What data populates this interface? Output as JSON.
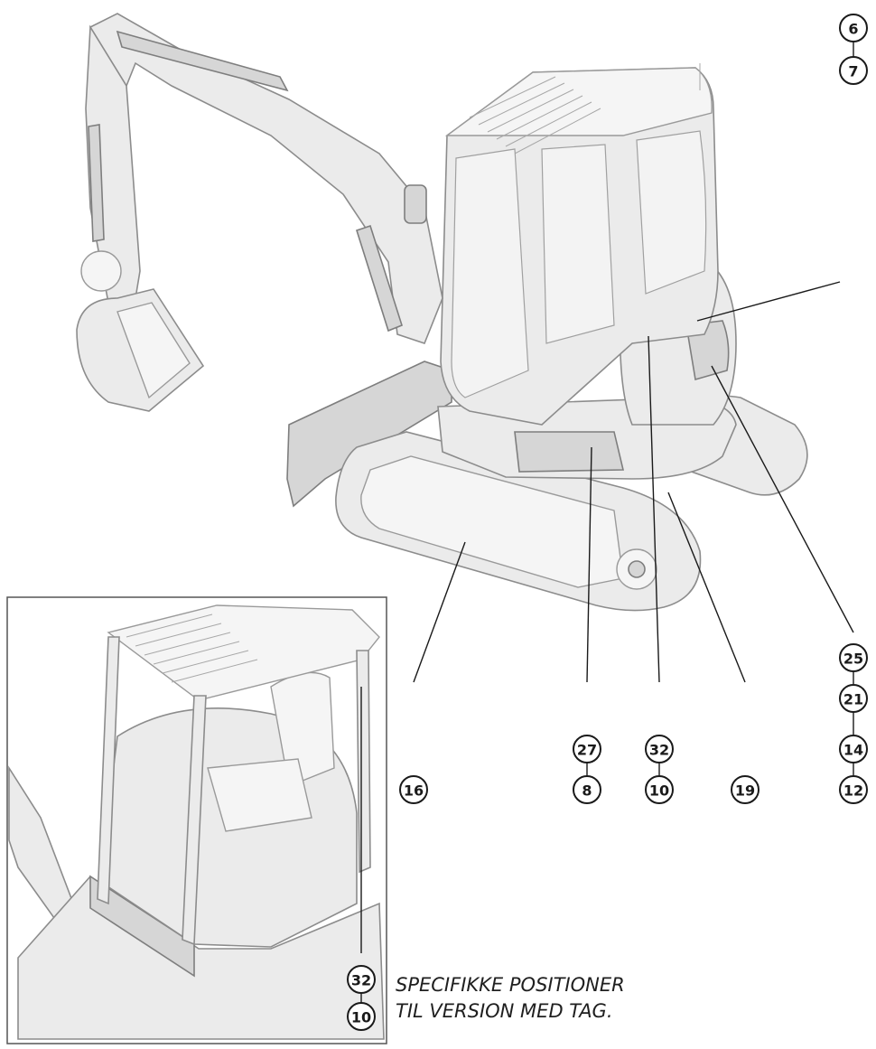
{
  "callouts": {
    "c6": "6",
    "c7": "7",
    "c25": "25",
    "c21": "21",
    "c14": "14",
    "c12": "12",
    "c27": "27",
    "c8": "8",
    "c32": "32",
    "c10": "10",
    "c19": "19",
    "c16": "16",
    "inset_c32": "32",
    "inset_c10": "10"
  },
  "caption": {
    "line1": "SPECIFIKKE POSITIONER",
    "line2": "TIL VERSION MED TAG."
  },
  "colors": {
    "line": "#1a1a1a",
    "machine_fill": "#ebebeb",
    "machine_stroke": "#8c8c8c"
  }
}
